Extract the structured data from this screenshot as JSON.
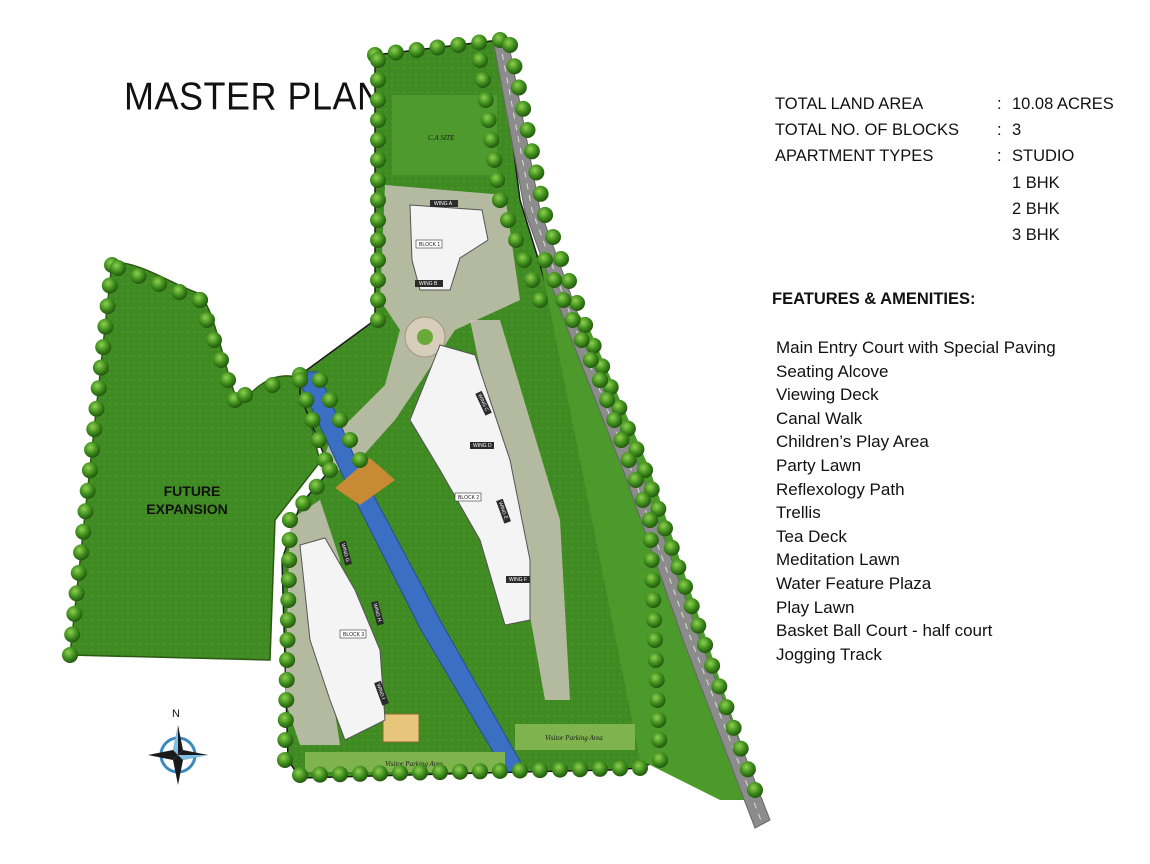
{
  "title": "MASTER PLAN",
  "plan_labels": {
    "future_expansion": [
      "FUTURE",
      "EXPANSION"
    ],
    "ca_site": "C.A SITE",
    "visitor_parking_1": "Visitor Parking Area",
    "visitor_parking_2": "Visitor Parking Area",
    "compass_north": "N"
  },
  "blocks": {
    "block1": "BLOCK 1",
    "block2": "BLOCK 2",
    "block3": "BLOCK 3",
    "wing_a": "WING A",
    "wing_b": "WING B",
    "wing_c": "WING C",
    "wing_d": "WING D",
    "wing_e": "WING E",
    "wing_f": "WING F",
    "wing_g": "WING G",
    "wing_h": "WING H",
    "wing_i": "WING I"
  },
  "stats": [
    {
      "label": "TOTAL LAND AREA",
      "colon": ":",
      "value": "10.08 ACRES"
    },
    {
      "label": "TOTAL NO. OF BLOCKS",
      "colon": ":",
      "value": "3"
    },
    {
      "label": "APARTMENT TYPES",
      "colon": ":",
      "value": "STUDIO"
    }
  ],
  "apartment_types_more": [
    "1 BHK",
    "2 BHK",
    "3 BHK"
  ],
  "features_heading": "FEATURES & AMENITIES:",
  "features": [
    "Main Entry Court with Special Paving",
    "Seating Alcove",
    "Viewing Deck",
    "Canal Walk",
    "Children’s Play Area",
    "Party Lawn",
    "Reflexology Path",
    "Trellis",
    "Tea Deck",
    "Meditation Lawn",
    "Water Feature Plaza",
    "Play Lawn",
    "Basket Ball Court - half court",
    "Jogging Track"
  ],
  "colors": {
    "lawn": "#3f8a22",
    "lawn_light": "#5aa631",
    "tree": "#2f6f14",
    "road": "#8c8c8c",
    "water": "#3a6fc4",
    "paving": "#c9c2b6",
    "building": "#f4f4f4"
  }
}
